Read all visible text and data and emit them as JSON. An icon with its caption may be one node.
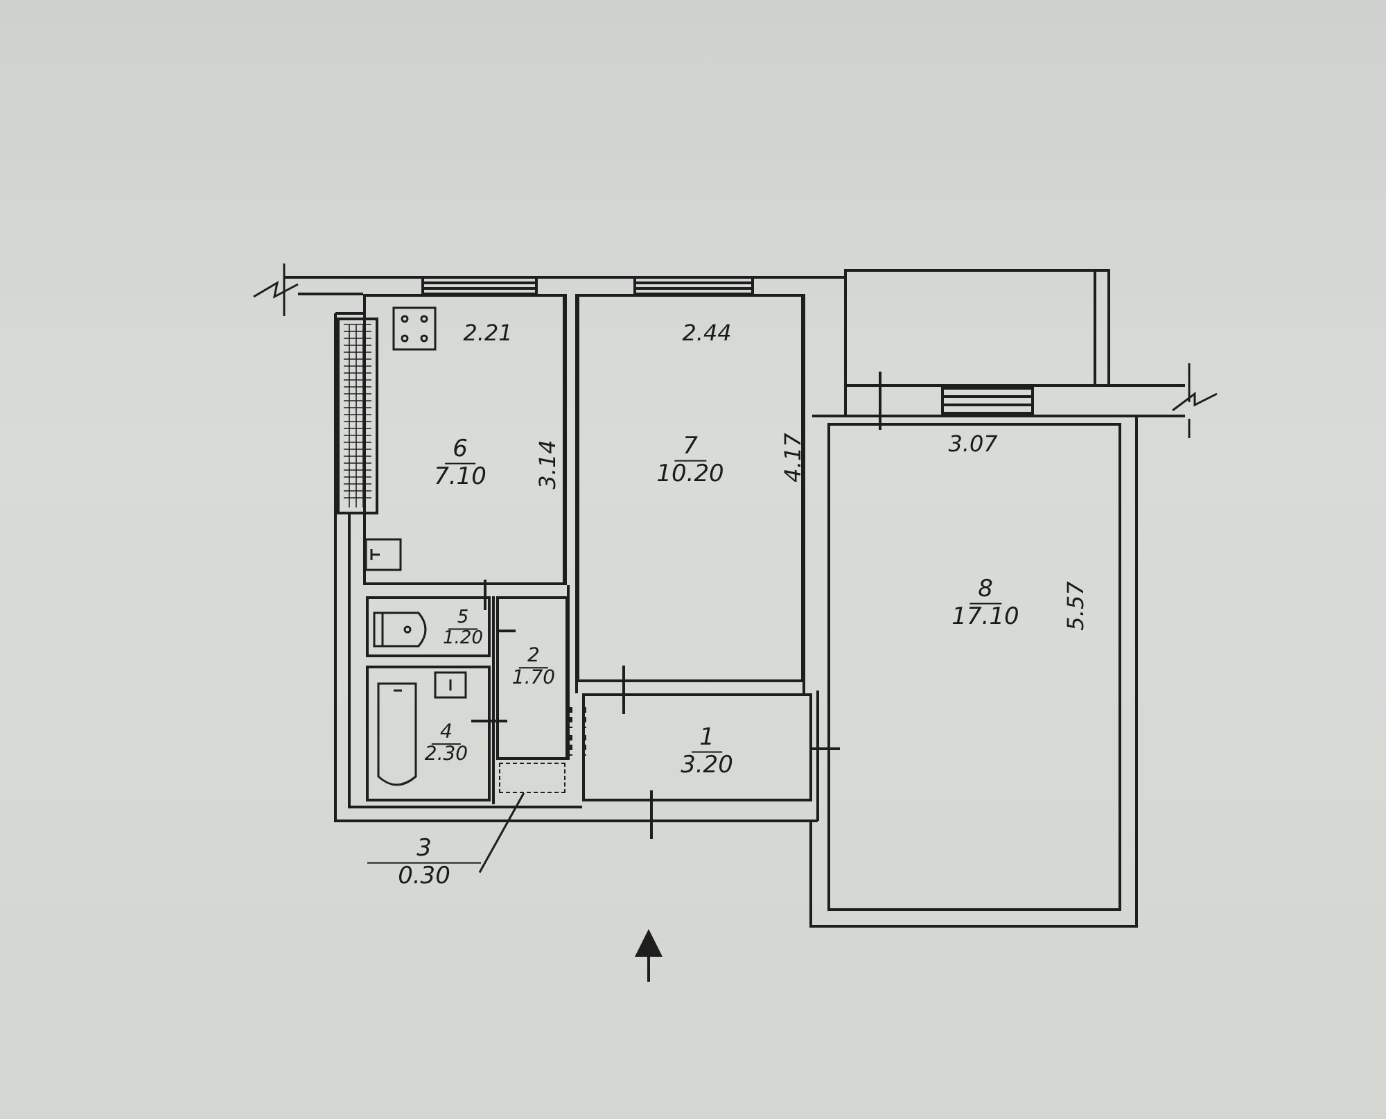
{
  "diagram": {
    "nodes": [
      {
        "text": [
          "6",
          "7.10"
        ]
      },
      {
        "text": [
          "7",
          "10.20"
        ]
      },
      {
        "text": [
          "8",
          "17.10"
        ]
      },
      {
        "text": [
          "5",
          "1.20"
        ]
      },
      {
        "text": [
          "2",
          "1.70"
        ]
      },
      {
        "text": [
          "4",
          "2.30"
        ]
      },
      {
        "text": [
          "1",
          "3.20"
        ]
      },
      {
        "text": [],
        "shape": "box"
      },
      {
        "text": [
          "3",
          "0.30"
        ]
      }
    ],
    "edges": [
      {
        "from": 8,
        "to": 7,
        "arrow": "none"
      }
    ],
    "labels": [
      "2.21",
      "2.44",
      "3.14",
      "4.17",
      "3.07",
      "5.57"
    ]
  }
}
